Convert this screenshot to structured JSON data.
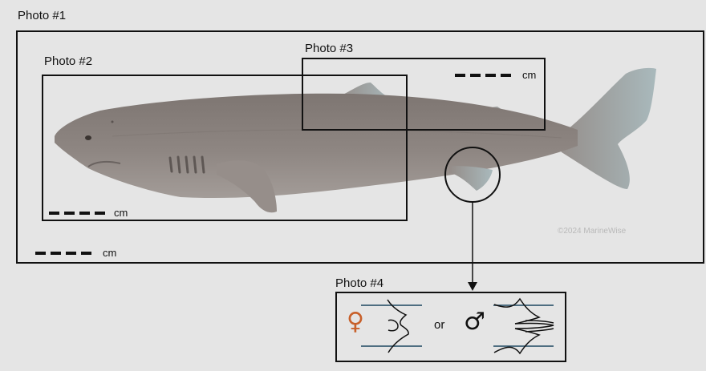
{
  "photo1": {
    "label": "Photo #1"
  },
  "photo2": {
    "label": "Photo #2"
  },
  "photo3": {
    "label": "Photo #3"
  },
  "photo4": {
    "label": "Photo #4"
  },
  "scale_unit": "cm",
  "watermark": "©2024 MarineWise",
  "legend": {
    "female_symbol": "♀",
    "or_text": "or",
    "male_symbol": "♂"
  },
  "colors": {
    "background": "#e5e5e5",
    "shark_body": "#8f8782",
    "shark_belly": "#aaa39f",
    "fin_tint": "#a9b9bc",
    "female_symbol": "#c8602a",
    "male_symbol": "#111111",
    "fin_lines": "#1d4660"
  },
  "icons": [
    "shark-illustration",
    "female-symbol",
    "male-symbol",
    "female-fin-icon",
    "male-fin-icon",
    "arrow-down-icon"
  ]
}
